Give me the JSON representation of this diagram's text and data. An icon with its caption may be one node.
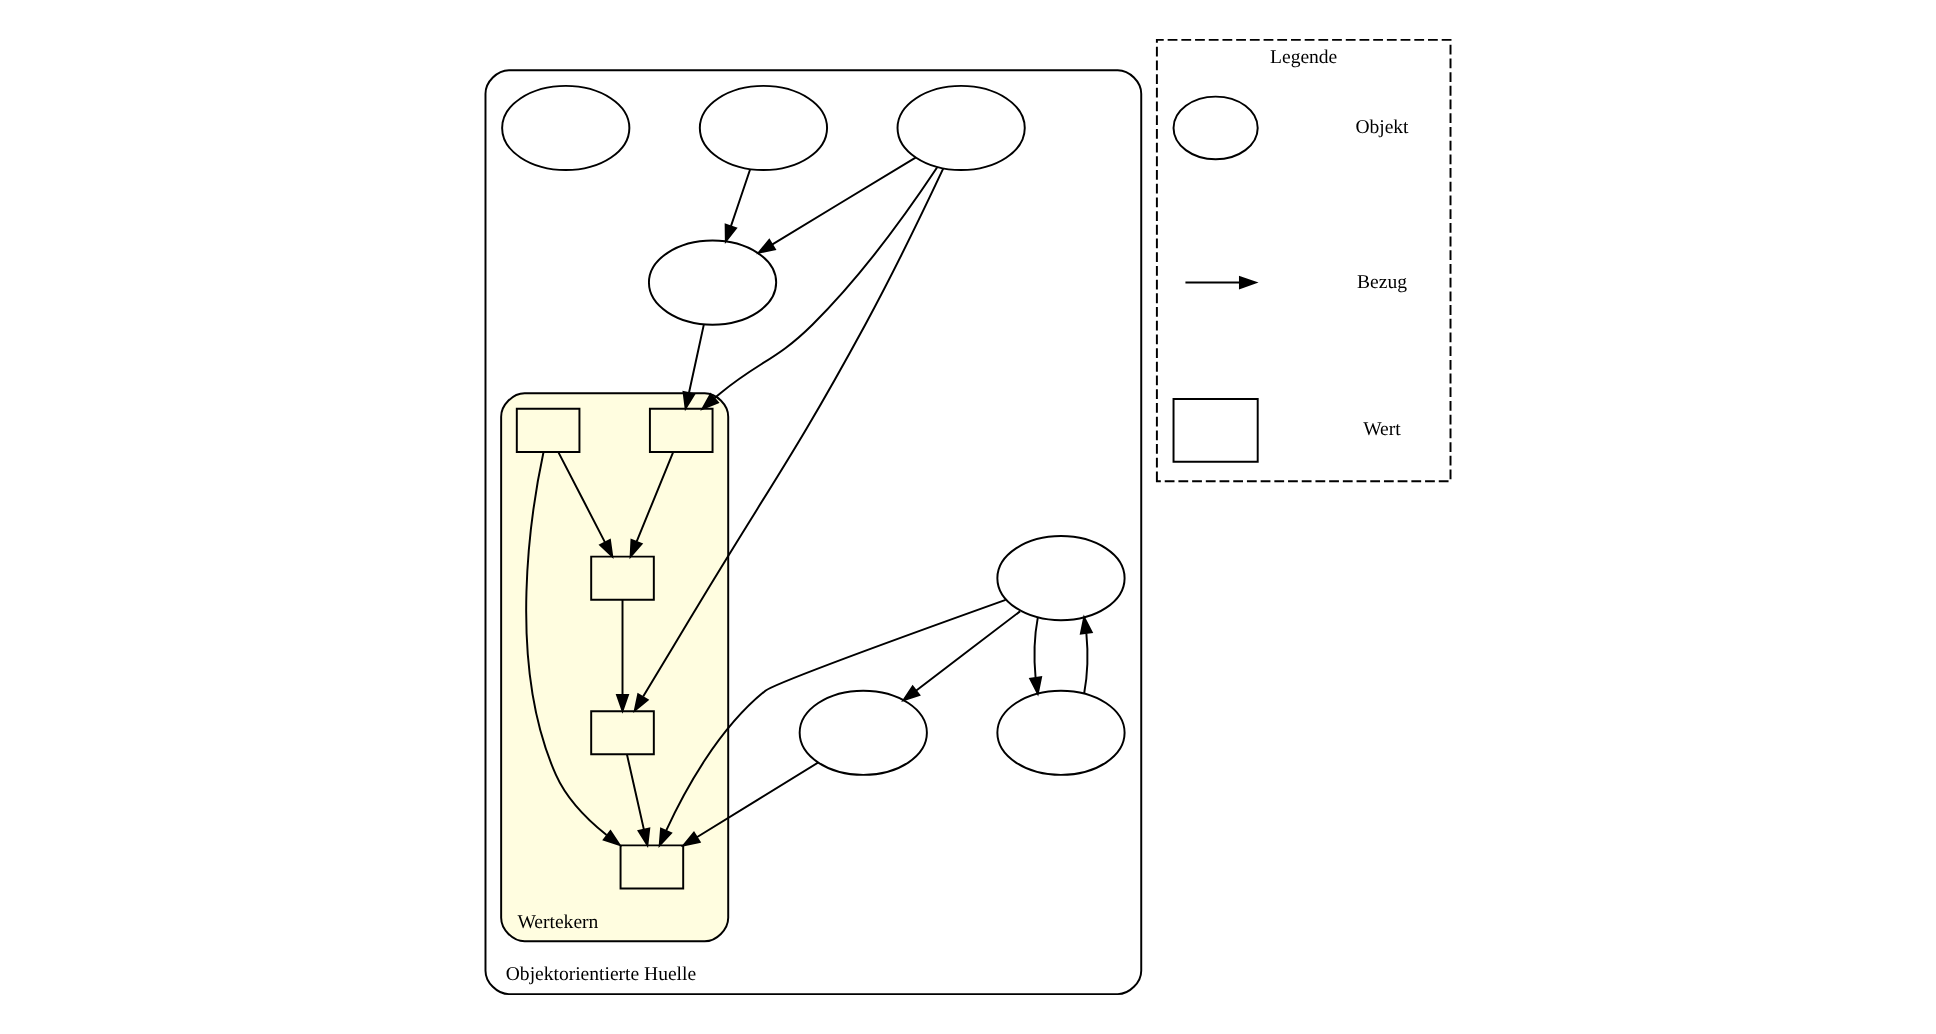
{
  "diagram": {
    "nodes": [
      {
        "text": [
          "Objektorientierte Huelle"
        ]
      },
      {
        "text": [
          "Wertekern"
        ],
        "in": 0
      },
      {
        "text": [],
        "shape": "ellipse",
        "in": 0
      },
      {
        "text": [],
        "shape": "ellipse",
        "in": 0
      },
      {
        "text": [],
        "shape": "box",
        "in": 1
      },
      {
        "text": [],
        "shape": "ellipse",
        "in": 0
      },
      {
        "text": [],
        "shape": "ellipse",
        "in": 0
      },
      {
        "text": [],
        "shape": "box",
        "in": 1
      },
      {
        "text": [],
        "shape": "box",
        "in": 1
      },
      {
        "text": [],
        "shape": "box",
        "in": 1
      },
      {
        "text": [],
        "shape": "ellipse",
        "in": 0
      },
      {
        "text": [],
        "shape": "box",
        "in": 1
      },
      {
        "text": [],
        "shape": "ellipse",
        "in": 0
      },
      {
        "text": [],
        "shape": "ellipse",
        "in": 0
      },
      {
        "text": [
          "Legende"
        ]
      },
      {
        "text": [],
        "shape": "ellipse",
        "in": 14
      },
      {
        "text": [],
        "shape": "box",
        "in": 14
      }
    ],
    "edges": [
      {
        "from": 5,
        "to": 2,
        "arrow": "to"
      },
      {
        "from": 2,
        "to": 7,
        "arrow": "to"
      },
      {
        "from": 5,
        "to": 7,
        "arrow": "to"
      },
      {
        "from": 4,
        "to": 7,
        "arrow": "to"
      },
      {
        "from": 11,
        "to": 7,
        "arrow": "to"
      },
      {
        "from": 11,
        "to": 9,
        "arrow": "to"
      },
      {
        "from": 9,
        "to": 4,
        "arrow": "to"
      },
      {
        "from": 3,
        "to": 4,
        "arrow": "to"
      },
      {
        "from": 3,
        "to": 8,
        "arrow": "to"
      },
      {
        "from": 3,
        "to": 6,
        "arrow": "to"
      },
      {
        "from": 6,
        "to": 8,
        "arrow": "to"
      },
      {
        "from": 8,
        "to": 9,
        "arrow": "to"
      },
      {
        "from": 12,
        "to": 6,
        "arrow": "to"
      },
      {
        "from": 5,
        "to": 10,
        "arrow": "to"
      },
      {
        "from": 10,
        "to": 5,
        "arrow": "to"
      }
    ],
    "legend": [
      {
        "text": "Objekt"
      },
      {
        "text": "Bezug"
      },
      {
        "text": "Wert"
      }
    ]
  }
}
